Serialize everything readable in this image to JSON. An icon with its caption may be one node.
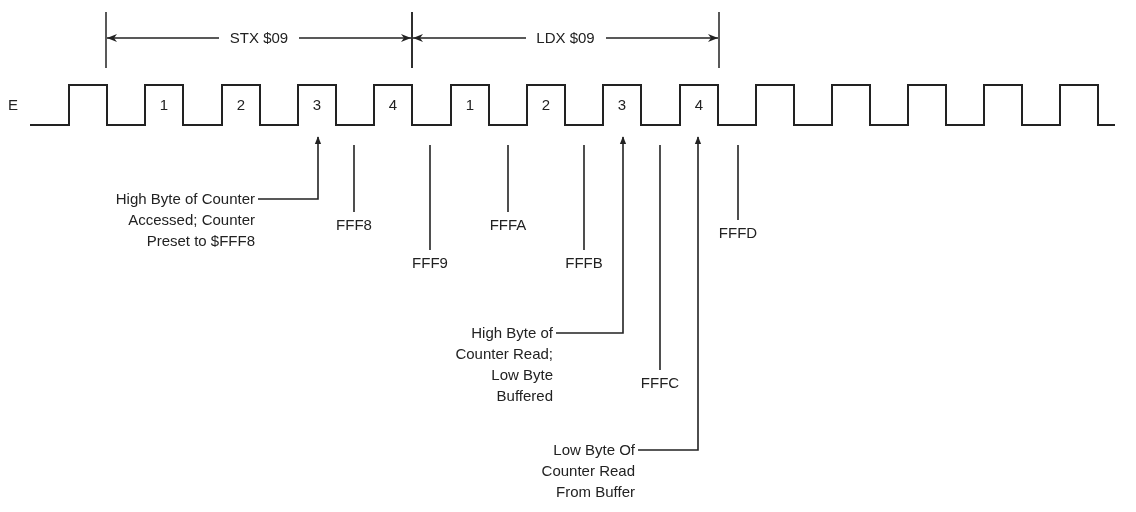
{
  "diagram": {
    "nodes": [
      {
        "text": [],
        "shape": "picture",
        "beside": [
          "E"
        ]
      },
      {
        "text": [
          "High Byte of Counter Accessed; Counter Preset to $FFF8"
        ]
      },
      {
        "text": [
          "FFF8"
        ]
      },
      {
        "text": [
          "FFF9"
        ]
      },
      {
        "text": [
          "FFFA"
        ]
      },
      {
        "text": [
          "FFFB"
        ]
      },
      {
        "text": [
          "High Byte of Counter Read; Low Byte Buffered"
        ]
      },
      {
        "text": [
          "FFFC"
        ]
      },
      {
        "text": [
          "Low Byte Of Counter Read From Buffer"
        ]
      },
      {
        "text": [
          "FFFD"
        ]
      }
    ],
    "edges": [
      {
        "from": 1,
        "to": 0,
        "arrow": "to"
      },
      {
        "from": 2,
        "to": null,
        "arrow": "none"
      },
      {
        "from": 3,
        "to": null,
        "arrow": "none"
      },
      {
        "from": 4,
        "to": null,
        "arrow": "none"
      },
      {
        "from": 5,
        "to": null,
        "arrow": "none"
      },
      {
        "from": 6,
        "to": 0,
        "arrow": "to"
      },
      {
        "from": 7,
        "to": null,
        "arrow": "none"
      },
      {
        "from": 8,
        "to": 0,
        "arrow": "to"
      },
      {
        "from": 9,
        "to": null,
        "arrow": "none"
      }
    ],
    "labels": [
      "STX $09",
      "LDX $09",
      "1",
      "2",
      "3",
      "4",
      "1",
      "2",
      "3",
      "4"
    ]
  }
}
